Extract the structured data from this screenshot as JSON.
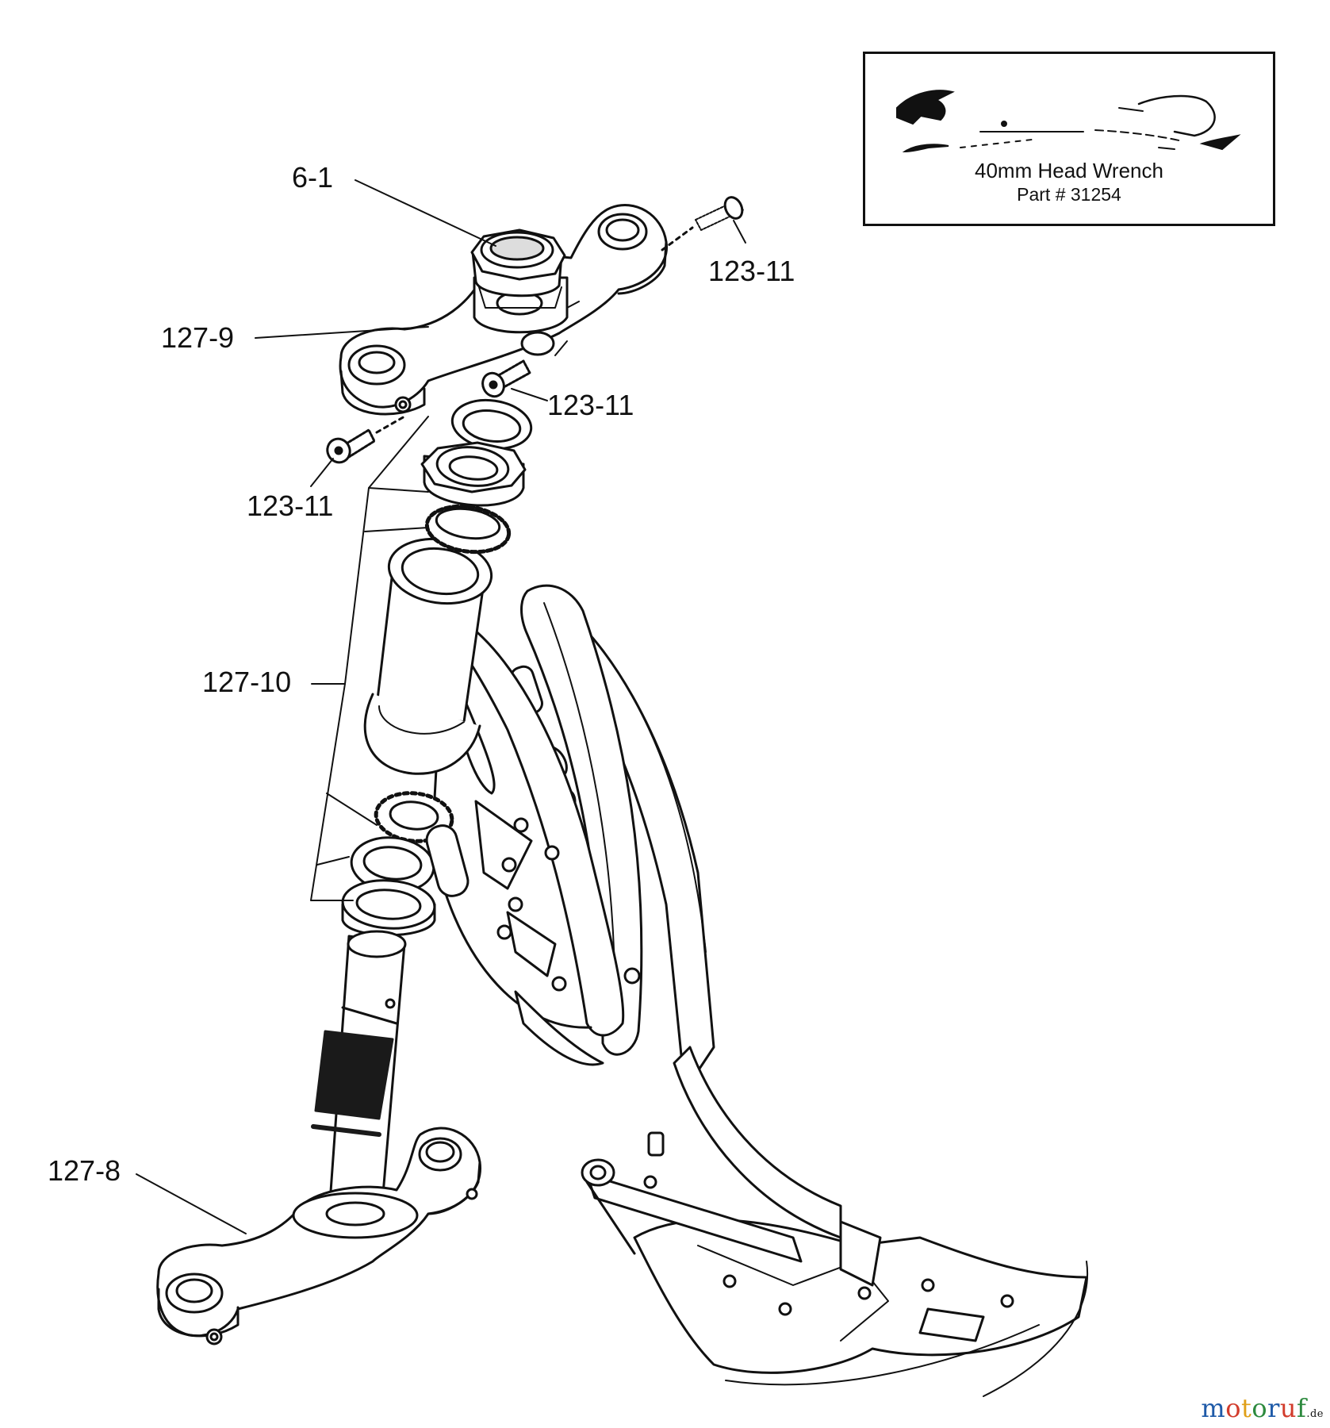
{
  "callouts": {
    "lock_nut": "6-1",
    "upper_screw_right": "123-11",
    "upper_clamp": "127-9",
    "upper_screw_center": "123-11",
    "upper_screw_left": "123-11",
    "headset_kit": "127-10",
    "lower_clamp": "127-8"
  },
  "inset": {
    "tool_name": "40mm Head Wrench",
    "part_number": "Part # 31254"
  },
  "watermark": {
    "brand_letters": [
      "m",
      "o",
      "t",
      "o",
      "r",
      "u",
      "f"
    ],
    "brand_colors": [
      "#1e5aa8",
      "#d23c2c",
      "#e0a018",
      "#2d8a3e",
      "#1e5aa8",
      "#d23c2c",
      "#2d8a3e"
    ],
    "suffix": ".de"
  },
  "colors": {
    "line": "#111111",
    "grip": "#1a1a1a",
    "background": "#ffffff"
  }
}
